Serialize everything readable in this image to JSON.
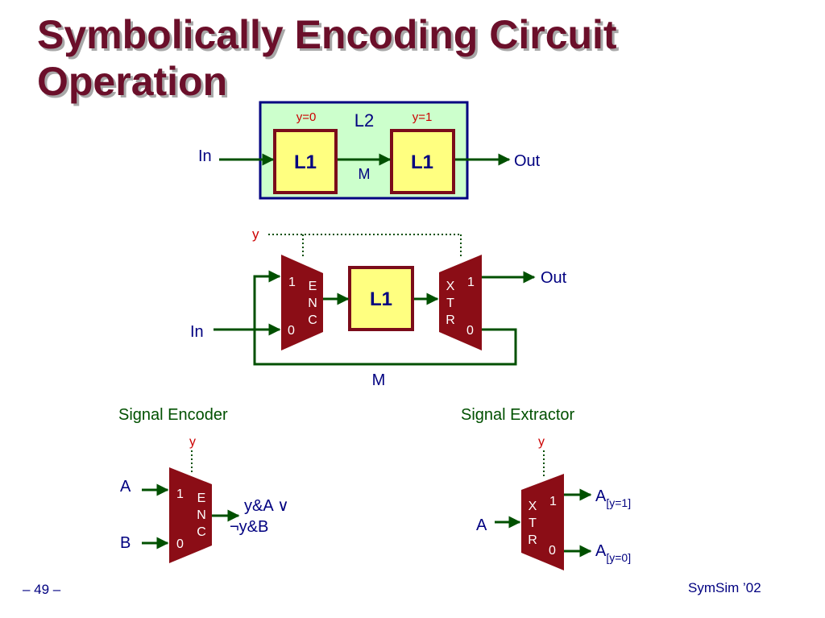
{
  "slide": {
    "title_line1": "Symbolically Encoding Circuit",
    "title_line2": "Operation",
    "page_number": "– 49 –",
    "footer": "SymSim ’02"
  },
  "colors": {
    "title": "#6b0f2a",
    "wire": "#005000",
    "block_fill": "#ffff80",
    "block_border": "#7b0c1a",
    "mux_fill": "#8b0d16",
    "l2_fill": "#ccffcc",
    "l2_border": "#000080",
    "text_blue": "#000080",
    "text_red": "#cc0000"
  },
  "top_diagram": {
    "l2_label": "L2",
    "y0_label": "y=0",
    "y1_label": "y=1",
    "block1_label": "L1",
    "block2_label": "L1",
    "in_label": "In",
    "out_label": "Out",
    "m_label": "M"
  },
  "middle_diagram": {
    "y_label": "y",
    "enc_letters": [
      "E",
      "N",
      "C"
    ],
    "xtr_letters": [
      "X",
      "T",
      "R"
    ],
    "enc_in1": "1",
    "enc_in0": "0",
    "xtr_out1": "1",
    "xtr_out0": "0",
    "block_label": "L1",
    "in_label": "In",
    "out_label": "Out",
    "m_label": "M"
  },
  "encoder": {
    "heading": "Signal Encoder",
    "y_label": "y",
    "a_label": "A",
    "b_label": "B",
    "in1": "1",
    "in0": "0",
    "letters": [
      "E",
      "N",
      "C"
    ],
    "output_line1": "y&A ∨",
    "output_line2": "¬y&B"
  },
  "extractor": {
    "heading": "Signal Extractor",
    "y_label": "y",
    "a_label": "A",
    "letters": [
      "X",
      "T",
      "R"
    ],
    "out1": "1",
    "out0": "0",
    "a1_main": "A",
    "a1_sub": "[y=1]",
    "a0_main": "A",
    "a0_sub": "[y=0]"
  }
}
